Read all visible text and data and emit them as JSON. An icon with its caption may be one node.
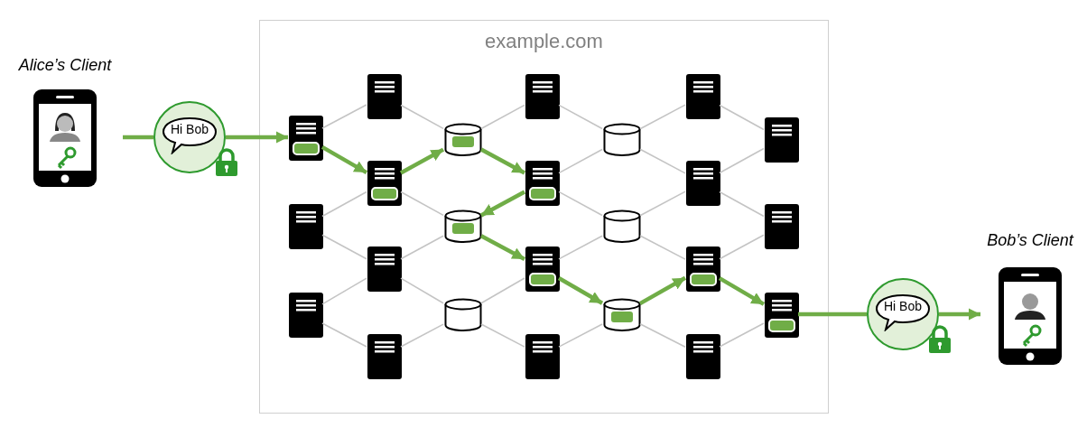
{
  "diagram": {
    "nodes": [
      {
        "text": [
          "Alice’s Client"
        ]
      },
      {
        "text": [
          "Hi Bob"
        ]
      },
      {
        "text": [
          "example.com"
        ]
      },
      {
        "text": [],
        "shape": "picture",
        "in": 2
      },
      {
        "text": [],
        "shape": "picture",
        "in": 2
      },
      {
        "text": [],
        "shape": "picture",
        "in": 2
      },
      {
        "text": [],
        "shape": "picture",
        "in": 2
      },
      {
        "text": [],
        "shape": "picture",
        "in": 2
      },
      {
        "text": [],
        "shape": "picture",
        "in": 2
      },
      {
        "text": [],
        "shape": "picture",
        "in": 2
      },
      {
        "text": [],
        "shape": "cylinder",
        "in": 2
      },
      {
        "text": [],
        "shape": "cylinder",
        "in": 2
      },
      {
        "text": [],
        "shape": "cylinder",
        "in": 2
      },
      {
        "text": [],
        "shape": "picture",
        "in": 2
      },
      {
        "text": [],
        "shape": "picture",
        "in": 2
      },
      {
        "text": [],
        "shape": "picture",
        "in": 2
      },
      {
        "text": [],
        "shape": "picture",
        "in": 2
      },
      {
        "text": [],
        "shape": "cylinder",
        "in": 2
      },
      {
        "text": [],
        "shape": "cylinder",
        "in": 2
      },
      {
        "text": [],
        "shape": "cylinder",
        "in": 2
      },
      {
        "text": [],
        "shape": "picture",
        "in": 2
      },
      {
        "text": [],
        "shape": "picture",
        "in": 2
      },
      {
        "text": [],
        "shape": "picture",
        "in": 2
      },
      {
        "text": [],
        "shape": "picture",
        "in": 2
      },
      {
        "text": [],
        "shape": "picture",
        "in": 2
      },
      {
        "text": [],
        "shape": "picture",
        "in": 2
      },
      {
        "text": [],
        "shape": "picture",
        "in": 2
      },
      {
        "text": [
          "Hi Bob"
        ]
      },
      {
        "text": [
          "Bob’s Client"
        ]
      }
    ],
    "edges": [
      {
        "from": 0,
        "to": 1,
        "arrow": "none",
        "style": "thick",
        "color": "#70ad47"
      },
      {
        "from": 1,
        "to": 3,
        "arrow": "to",
        "style": "thick",
        "color": "#70ad47"
      },
      {
        "from": 3,
        "to": 6,
        "arrow": "none"
      },
      {
        "from": 3,
        "to": 7,
        "arrow": "to",
        "style": "thick",
        "color": "#70ad47"
      },
      {
        "from": 4,
        "to": 7,
        "arrow": "none"
      },
      {
        "from": 4,
        "to": 8,
        "arrow": "none"
      },
      {
        "from": 5,
        "to": 8,
        "arrow": "none"
      },
      {
        "from": 5,
        "to": 9,
        "arrow": "none"
      },
      {
        "from": 6,
        "to": 10,
        "arrow": "none"
      },
      {
        "from": 7,
        "to": 10,
        "arrow": "to",
        "style": "thick",
        "color": "#70ad47"
      },
      {
        "from": 7,
        "to": 11,
        "arrow": "none"
      },
      {
        "from": 8,
        "to": 11,
        "arrow": "none"
      },
      {
        "from": 8,
        "to": 12,
        "arrow": "none"
      },
      {
        "from": 9,
        "to": 12,
        "arrow": "none"
      },
      {
        "from": 10,
        "to": 13,
        "arrow": "none"
      },
      {
        "from": 10,
        "to": 14,
        "arrow": "to",
        "style": "thick",
        "color": "#70ad47"
      },
      {
        "from": 14,
        "to": 11,
        "arrow": "to",
        "style": "thick",
        "color": "#70ad47"
      },
      {
        "from": 11,
        "to": 15,
        "arrow": "to",
        "style": "thick",
        "color": "#70ad47"
      },
      {
        "from": 12,
        "to": 15,
        "arrow": "none"
      },
      {
        "from": 12,
        "to": 16,
        "arrow": "none"
      },
      {
        "from": 13,
        "to": 17,
        "arrow": "none"
      },
      {
        "from": 14,
        "to": 17,
        "arrow": "none"
      },
      {
        "from": 14,
        "to": 18,
        "arrow": "none"
      },
      {
        "from": 15,
        "to": 18,
        "arrow": "none"
      },
      {
        "from": 15,
        "to": 19,
        "arrow": "to",
        "style": "thick",
        "color": "#70ad47"
      },
      {
        "from": 16,
        "to": 19,
        "arrow": "none"
      },
      {
        "from": 17,
        "to": 20,
        "arrow": "none"
      },
      {
        "from": 17,
        "to": 21,
        "arrow": "none"
      },
      {
        "from": 18,
        "to": 21,
        "arrow": "none"
      },
      {
        "from": 18,
        "to": 22,
        "arrow": "none"
      },
      {
        "from": 19,
        "to": 22,
        "arrow": "to",
        "style": "thick",
        "color": "#70ad47"
      },
      {
        "from": 19,
        "to": 23,
        "arrow": "none"
      },
      {
        "from": 20,
        "to": 24,
        "arrow": "none"
      },
      {
        "from": 21,
        "to": 24,
        "arrow": "none"
      },
      {
        "from": 21,
        "to": 25,
        "arrow": "none"
      },
      {
        "from": 22,
        "to": 25,
        "arrow": "none"
      },
      {
        "from": 22,
        "to": 26,
        "arrow": "to",
        "style": "thick",
        "color": "#70ad47"
      },
      {
        "from": 23,
        "to": 26,
        "arrow": "none"
      },
      {
        "from": 26,
        "to": 27,
        "arrow": "none",
        "style": "thick",
        "color": "#70ad47"
      },
      {
        "from": 27,
        "to": 28,
        "arrow": "to",
        "style": "thick",
        "color": "#70ad47"
      }
    ]
  }
}
